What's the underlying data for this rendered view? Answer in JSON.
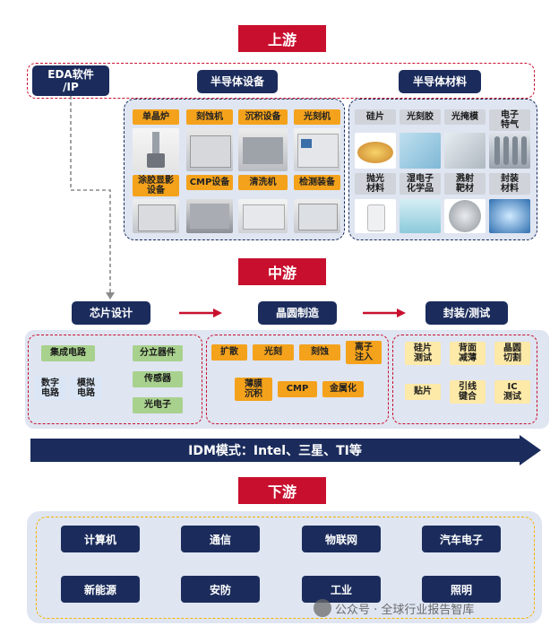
{
  "stages": {
    "upstream": "上游",
    "midstream": "中游",
    "downstream": "下游"
  },
  "upstream": {
    "eda": "EDA软件\n/IP",
    "equipment_title": "半导体设备",
    "materials_title": "半导体材料",
    "equipment": [
      "单晶炉",
      "刻蚀机",
      "沉积设备",
      "光刻机",
      "涂胶显影\n设备",
      "CMP设备",
      "清洗机",
      "检测装备"
    ],
    "materials": [
      "硅片",
      "光刻胶",
      "光掩模",
      "电子\n特气",
      "抛光\n材料",
      "湿电子\n化学品",
      "溅射\n靶材",
      "封装\n材料"
    ]
  },
  "midstream": {
    "flow": [
      "芯片设计",
      "晶圆制造",
      "封装/测试"
    ],
    "design": {
      "ic": "集成电路",
      "digital": "数字\n电路",
      "analog": "模拟\n电路",
      "others": [
        "分立器件",
        "传感器",
        "光电子"
      ]
    },
    "fab": {
      "row1": [
        "扩散",
        "光刻",
        "刻蚀",
        "离子\n注入"
      ],
      "row2": [
        "薄膜\n沉积",
        "CMP",
        "金属化"
      ]
    },
    "package": {
      "row1": [
        "硅片\n测试",
        "背面\n减薄",
        "晶圆\n切割"
      ],
      "row2": [
        "贴片",
        "引线\n键合",
        "IC\n测试"
      ]
    },
    "idm": "IDM模式：Intel、三星、TI等"
  },
  "downstream": {
    "items": [
      "计算机",
      "通信",
      "物联网",
      "汽车电子",
      "新能源",
      "安防",
      "工业",
      "照明"
    ]
  },
  "watermark": "公众号 · 全球行业报告智库",
  "colors": {
    "red": "#c8102e",
    "navy": "#1b2c5c",
    "orange": "#f4a21c",
    "green": "#a9d18e"
  }
}
